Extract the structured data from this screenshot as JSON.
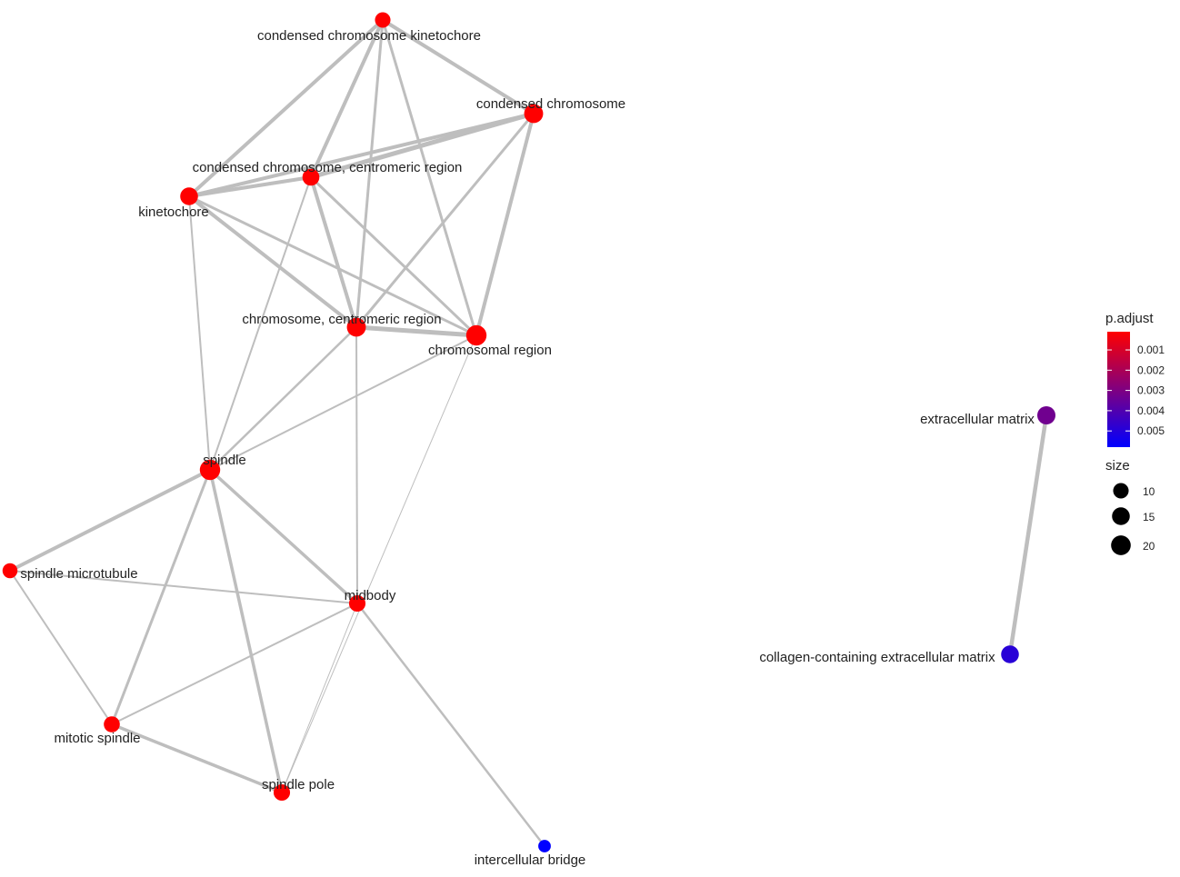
{
  "chart_data": {
    "type": "network",
    "nodes": [
      {
        "id": "ck",
        "label": "condensed chromosome kinetochore",
        "p_adjust": 0.0001,
        "size": 10
      },
      {
        "id": "cc",
        "label": "condensed chromosome",
        "p_adjust": 0.0001,
        "size": 18
      },
      {
        "id": "ccr",
        "label": "condensed chromosome, centromeric region",
        "p_adjust": 0.0001,
        "size": 13
      },
      {
        "id": "kin",
        "label": "kinetochore",
        "p_adjust": 0.0001,
        "size": 15
      },
      {
        "id": "chr",
        "label": "chromosome, centromeric region",
        "p_adjust": 0.0001,
        "size": 18
      },
      {
        "id": "cr",
        "label": "chromosomal region",
        "p_adjust": 0.0001,
        "size": 22
      },
      {
        "id": "sp",
        "label": "spindle",
        "p_adjust": 0.0001,
        "size": 22
      },
      {
        "id": "smt",
        "label": "spindle microtubule",
        "p_adjust": 0.0001,
        "size": 9
      },
      {
        "id": "mb",
        "label": "midbody",
        "p_adjust": 0.0001,
        "size": 12
      },
      {
        "id": "ms",
        "label": "mitotic spindle",
        "p_adjust": 0.0001,
        "size": 11
      },
      {
        "id": "spp",
        "label": "spindle pole",
        "p_adjust": 0.0001,
        "size": 12
      },
      {
        "id": "ib",
        "label": "intercellular bridge",
        "p_adjust": 0.0058,
        "size": 5
      },
      {
        "id": "ecm",
        "label": "extracellular matrix",
        "p_adjust": 0.0033,
        "size": 16
      },
      {
        "id": "cecm",
        "label": "collagen-containing extracellular matrix",
        "p_adjust": 0.0049,
        "size": 15
      }
    ],
    "edges": [
      {
        "s": "ck",
        "t": "cc",
        "w": 4
      },
      {
        "s": "ck",
        "t": "ccr",
        "w": 4
      },
      {
        "s": "ck",
        "t": "kin",
        "w": 4
      },
      {
        "s": "ck",
        "t": "chr",
        "w": 3
      },
      {
        "s": "ck",
        "t": "cr",
        "w": 3
      },
      {
        "s": "cc",
        "t": "ccr",
        "w": 5
      },
      {
        "s": "cc",
        "t": "kin",
        "w": 4
      },
      {
        "s": "cc",
        "t": "chr",
        "w": 3
      },
      {
        "s": "cc",
        "t": "cr",
        "w": 4
      },
      {
        "s": "ccr",
        "t": "kin",
        "w": 4
      },
      {
        "s": "ccr",
        "t": "chr",
        "w": 4
      },
      {
        "s": "ccr",
        "t": "cr",
        "w": 3
      },
      {
        "s": "ccr",
        "t": "sp",
        "w": 2
      },
      {
        "s": "kin",
        "t": "chr",
        "w": 4
      },
      {
        "s": "kin",
        "t": "cr",
        "w": 3
      },
      {
        "s": "kin",
        "t": "sp",
        "w": 2
      },
      {
        "s": "chr",
        "t": "cr",
        "w": 5
      },
      {
        "s": "chr",
        "t": "sp",
        "w": 2.5
      },
      {
        "s": "chr",
        "t": "mb",
        "w": 2
      },
      {
        "s": "cr",
        "t": "sp",
        "w": 2
      },
      {
        "s": "cr",
        "t": "spp",
        "w": 1
      },
      {
        "s": "sp",
        "t": "smt",
        "w": 4
      },
      {
        "s": "sp",
        "t": "mb",
        "w": 3.5
      },
      {
        "s": "sp",
        "t": "ms",
        "w": 3
      },
      {
        "s": "sp",
        "t": "spp",
        "w": 3.5
      },
      {
        "s": "smt",
        "t": "mb",
        "w": 2
      },
      {
        "s": "smt",
        "t": "ms",
        "w": 2
      },
      {
        "s": "mb",
        "t": "ms",
        "w": 2
      },
      {
        "s": "mb",
        "t": "spp",
        "w": 1
      },
      {
        "s": "mb",
        "t": "ib",
        "w": 2.5
      },
      {
        "s": "ms",
        "t": "spp",
        "w": 3.5
      },
      {
        "s": "ecm",
        "t": "cecm",
        "w": 4.5
      }
    ],
    "legend_padjust": {
      "title": "p.adjust",
      "ticks": [
        "0.001",
        "0.002",
        "0.003",
        "0.004",
        "0.005"
      ],
      "tick_values": [
        0.001,
        0.002,
        0.003,
        0.004,
        0.005
      ],
      "range": [
        0.0001,
        0.0058
      ],
      "low_color": "#FF0000",
      "high_color": "#0000FF"
    },
    "legend_size": {
      "title": "size",
      "values": [
        10,
        15,
        20
      ],
      "labels": [
        "10",
        "15",
        "20"
      ]
    },
    "colors": {
      "edge": "#BEBEBE",
      "text": "#222222"
    }
  }
}
